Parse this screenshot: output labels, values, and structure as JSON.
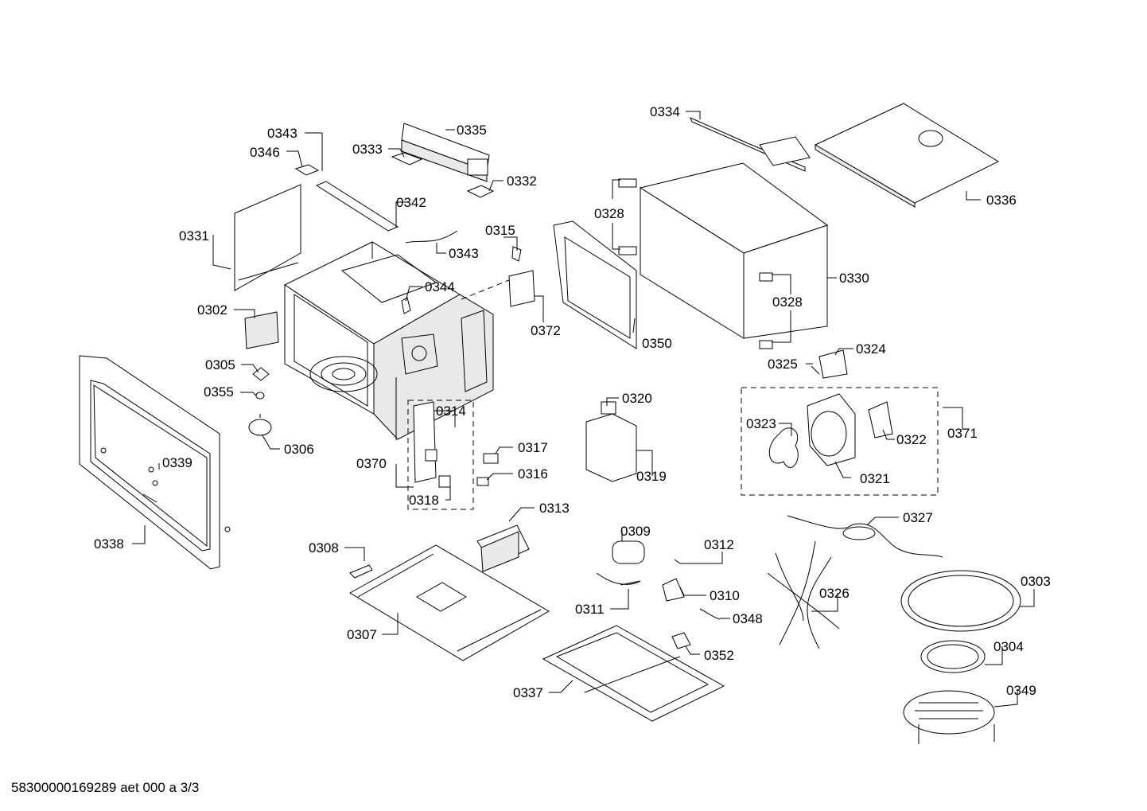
{
  "diagram": {
    "labels": {
      "l0343a": "0343",
      "l0346": "0346",
      "l0333": "0333",
      "l0335": "0335",
      "l0332": "0332",
      "l0342": "0342",
      "l0331": "0331",
      "l0343b": "0343",
      "l0315": "0315",
      "l0344": "0344",
      "l0302": "0302",
      "l0372": "0372",
      "l0305": "0305",
      "l0355": "0355",
      "l0306": "0306",
      "l0314": "0314",
      "l0370": "0370",
      "l0317": "0317",
      "l0316": "0316",
      "l0318": "0318",
      "l0339": "0339",
      "l0338": "0338",
      "l0313": "0313",
      "l0308": "0308",
      "l0307": "0307",
      "l0334": "0334",
      "l0336": "0336",
      "l0328a": "0328",
      "l0330": "0330",
      "l0328b": "0328",
      "l0350": "0350",
      "l0324": "0324",
      "l0325": "0325",
      "l0320": "0320",
      "l0319": "0319",
      "l0323": "0323",
      "l0322": "0322",
      "l0371": "0371",
      "l0321": "0321",
      "l0309": "0309",
      "l0312": "0312",
      "l0310": "0310",
      "l0311": "0311",
      "l0348": "0348",
      "l0327": "0327",
      "l0326": "0326",
      "l0303": "0303",
      "l0304": "0304",
      "l0349": "0349",
      "l0352": "0352",
      "l0337": "0337"
    }
  },
  "footer": {
    "doc_id": "58300000169289 aet 000 a 3/3"
  }
}
